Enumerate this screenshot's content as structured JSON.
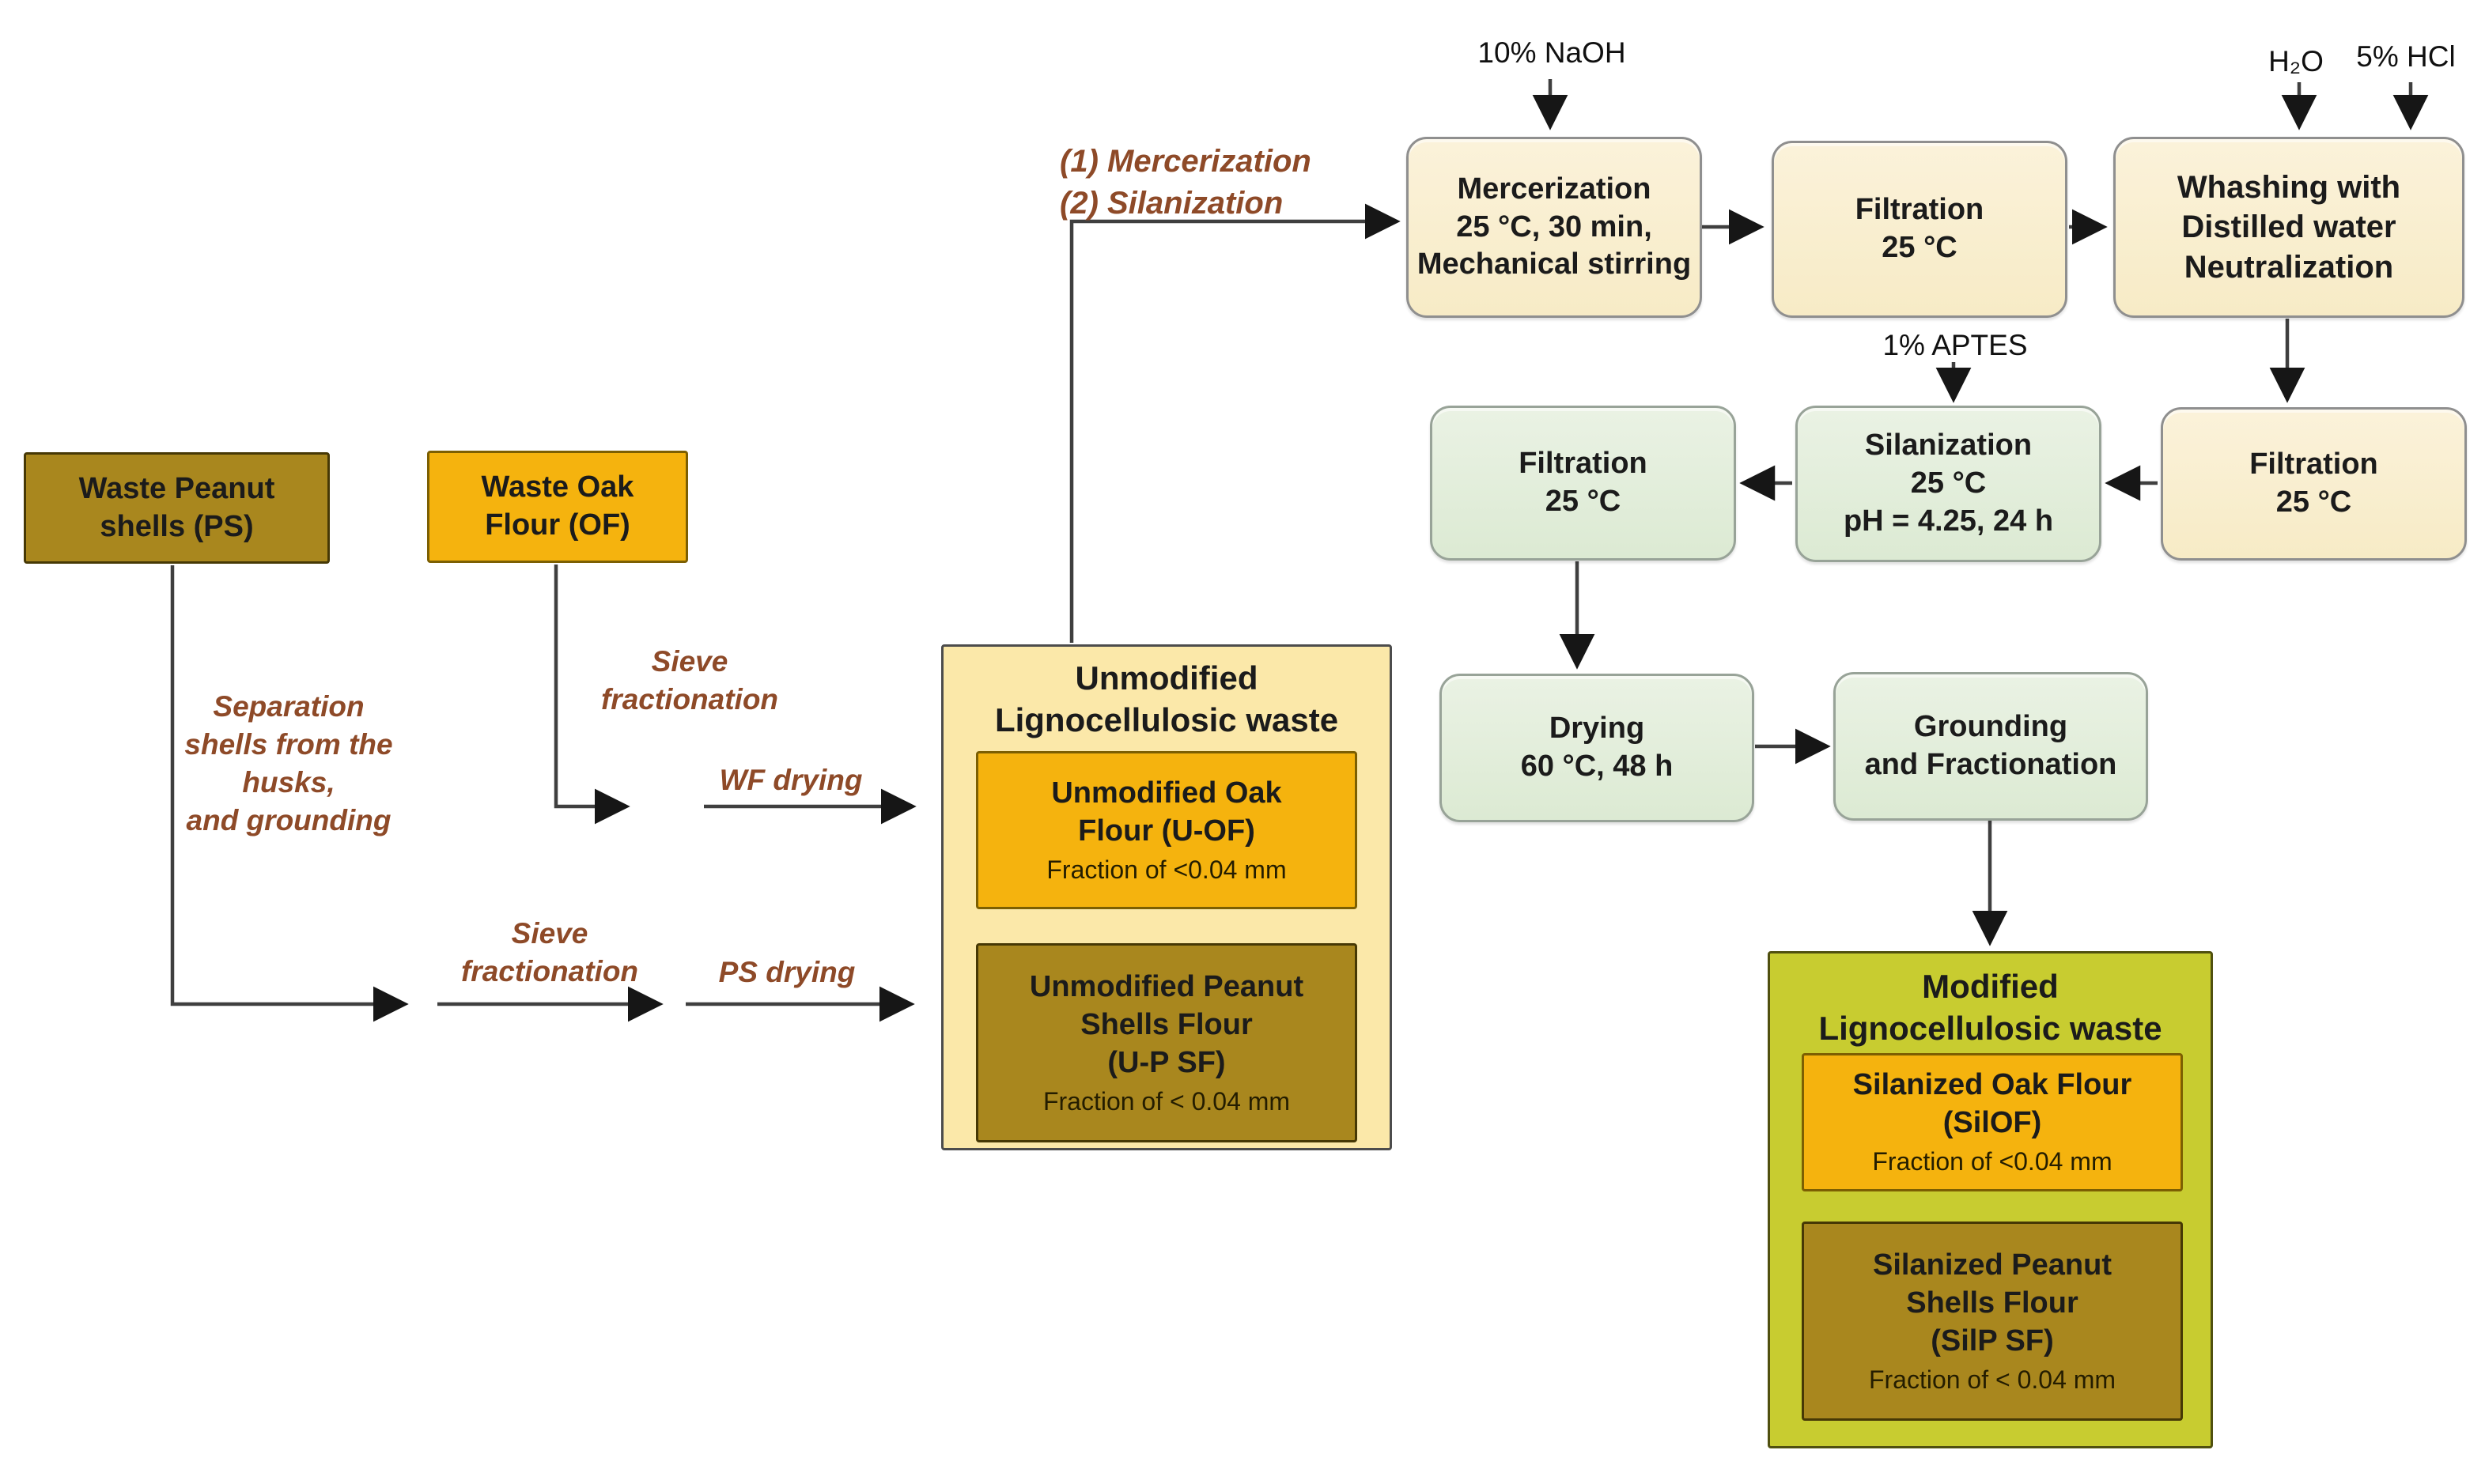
{
  "inputs": {
    "naoh": "10% NaOH",
    "h2o": "H₂O",
    "hcl": "5% HCl",
    "aptes": "1% APTES"
  },
  "sources": {
    "ps": {
      "l1": "Waste Peanut",
      "l2": "shells (PS)"
    },
    "of": {
      "l1": "Waste Oak",
      "l2": "Flour (OF)"
    }
  },
  "steps": {
    "mercer": {
      "l1": "Mercerization",
      "l2": "25 °C, 30 min,",
      "l3": "Mechanical stirring"
    },
    "filt1": {
      "l1": "Filtration",
      "l2": "25 °C"
    },
    "whash": {
      "l1": "Whashing with",
      "l2": "Distilled water",
      "l3": "Neutralization"
    },
    "filt2": {
      "l1": "Filtration",
      "l2": "25 °C"
    },
    "silan": {
      "l1": "Silanization",
      "l2": "25 °C",
      "l3": "pH = 4.25, 24 h"
    },
    "filt3": {
      "l1": "Filtration",
      "l2": "25 °C"
    },
    "drying": {
      "l1": "Drying",
      "l2": "60 °C, 48 h"
    },
    "grounding": {
      "l1": "Grounding",
      "l2": "and Fractionation"
    }
  },
  "unmodified": {
    "t1": "Unmodified",
    "t2": "Lignocellulosic waste",
    "uof": {
      "l1": "Unmodified Oak",
      "l2": "Flour (U-OF)",
      "fr": "Fraction of <0.04 mm"
    },
    "upsf": {
      "l1": "Unmodified Peanut",
      "l2": "Shells Flour",
      "l3": "(U-P SF)",
      "fr": "Fraction of < 0.04 mm"
    }
  },
  "modified": {
    "t1": "Modified",
    "t2": "Lignocellulosic waste",
    "silof": {
      "l1": "Silanized Oak Flour",
      "l2": "(SilOF)",
      "fr": "Fraction of <0.04 mm"
    },
    "silpsf": {
      "l1": "Silanized Peanut",
      "l2": "Shells Flour",
      "l3": "(SilP SF)",
      "fr": "Fraction of < 0.04 mm"
    }
  },
  "flow_labels": {
    "note1": "(1) Mercerization",
    "note2": "(2) Silanization",
    "sep1": "Separation",
    "sep2": "shells from the",
    "sep3": "husks,",
    "sep4": "and grounding",
    "sieve1": "Sieve",
    "sieve2": "fractionation",
    "wf": "WF drying",
    "psdry": "PS drying"
  },
  "colors": {
    "cream_box": "#f9efd1",
    "green_box": "#e3efdc",
    "amber_box": "#f5b30e",
    "olive_box": "#a9871e",
    "unmodified_bg": "#fbe8a9",
    "modified_bg": "#c8cc30",
    "label_brown": "#8e4a28",
    "arrow": "#3f3f3f"
  }
}
